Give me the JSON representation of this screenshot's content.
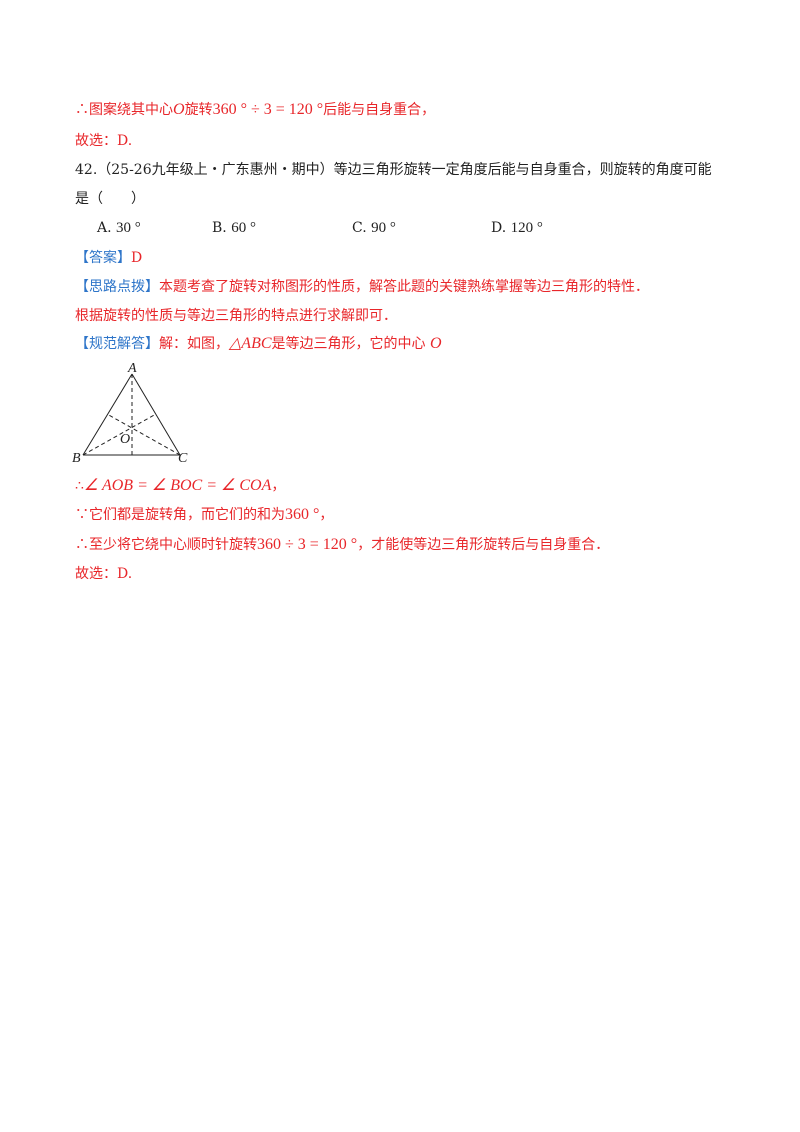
{
  "prev_solution": {
    "therefore_line": {
      "sym": "∴",
      "t1": "图案绕其中心",
      "center": "O",
      "t2": "旋转",
      "expr": "360 ° ÷ 3 = 120 °",
      "t3": "后能与自身重合，"
    },
    "answer": "故选：D."
  },
  "question": {
    "number": "42.",
    "source": "（25-26九年级上・广东惠州・期中）",
    "stem": "等边三角形旋转一定角度后能与自身重合，则旋转的角度可能",
    "stem_cont": "是（　　）",
    "options": [
      {
        "letter": "A.",
        "value": "30 °"
      },
      {
        "letter": "B.",
        "value": "60 °"
      },
      {
        "letter": "C.",
        "value": "90 °"
      },
      {
        "letter": "D.",
        "value": "120 °"
      }
    ]
  },
  "answer_block": {
    "tag": "【答案】",
    "value": "D"
  },
  "analysis": {
    "tag": "【思路点拨】",
    "line1": "本题考查了旋转对称图形的性质，解答此题的关键熟练掌握等边三角形的特性．",
    "line2": "根据旋转的性质与等边三角形的特点进行求解即可．"
  },
  "solution": {
    "tag": "【规范解答】",
    "intro1": "解：如图，",
    "triangle": "△ABC",
    "intro2": "是等边三角形，它的中心",
    "center": "O",
    "figure_labels": {
      "a": "A",
      "b": "B",
      "c": "C",
      "o": "O"
    },
    "step1_sym": "∴",
    "step1_expr": "∠ AOB = ∠ BOC = ∠ COA",
    "step1_end": "，",
    "step2_sym": "∵",
    "step2_text": "它们都是旋转角，而它们的和为",
    "step2_expr": "360 °",
    "step2_end": "，",
    "step3_sym": "∴",
    "step3_t1": "至少将它绕中心顺时针旋转",
    "step3_expr": "360 ÷ 3 = 120 °",
    "step3_t2": "，才能使等边三角形旋转后与自身重合．",
    "final": "故选：D."
  },
  "colors": {
    "accent_red": "#e8262a",
    "tag_blue": "#2e75c9",
    "text": "#222222"
  }
}
